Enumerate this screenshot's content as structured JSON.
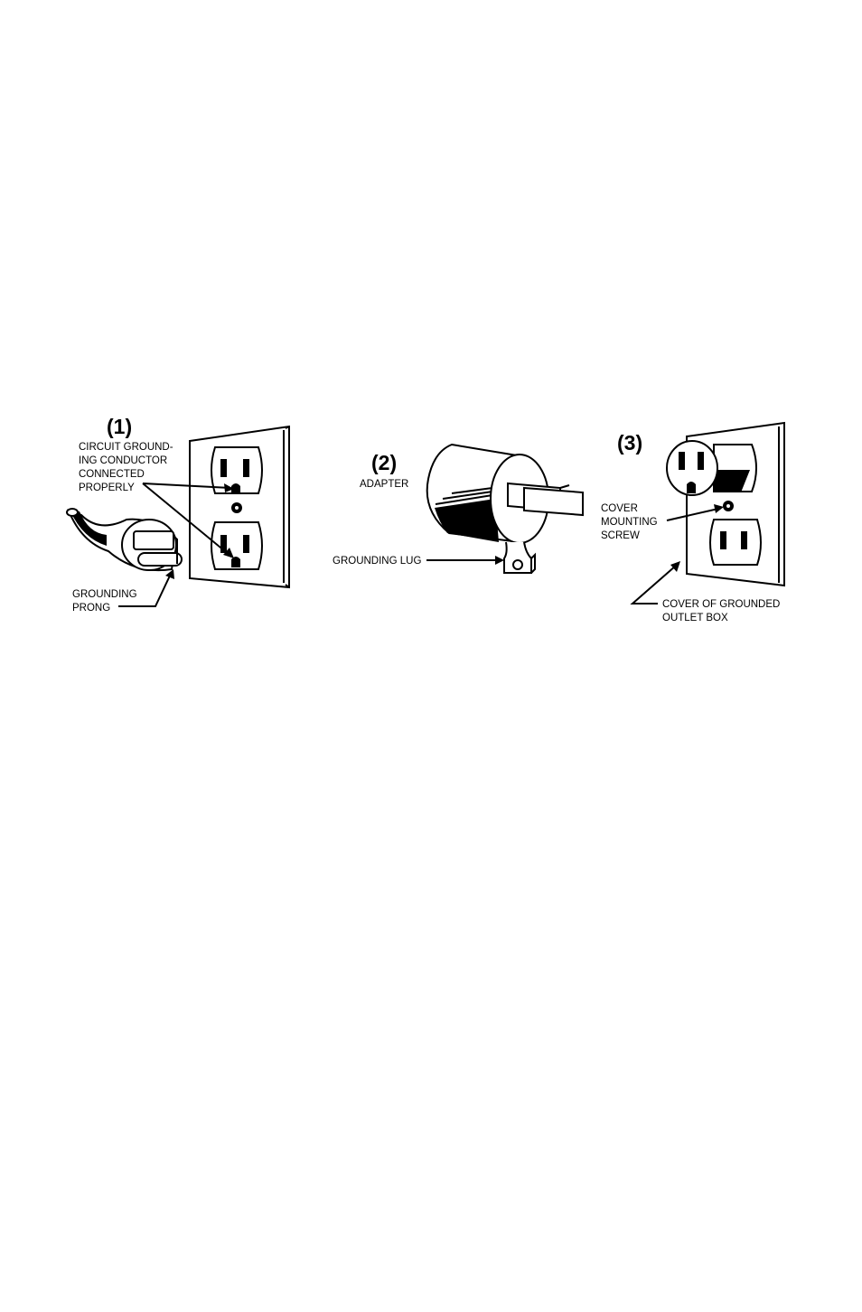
{
  "figure1": {
    "number": "(1)",
    "conductor_label": [
      "CIRCUIT GROUND-",
      "ING CONDUCTOR",
      "CONNECTED",
      "PROPERLY"
    ],
    "prong_label": [
      "GROUNDING",
      "PRONG"
    ]
  },
  "figure2": {
    "number": "(2)",
    "adapter_label": "ADAPTER",
    "lug_label": "GROUNDING LUG"
  },
  "figure3": {
    "number": "(3)",
    "screw_label": [
      "COVER",
      "MOUNTING",
      "SCREW"
    ],
    "box_label": [
      "COVER OF GROUNDED",
      "OUTLET BOX"
    ]
  }
}
